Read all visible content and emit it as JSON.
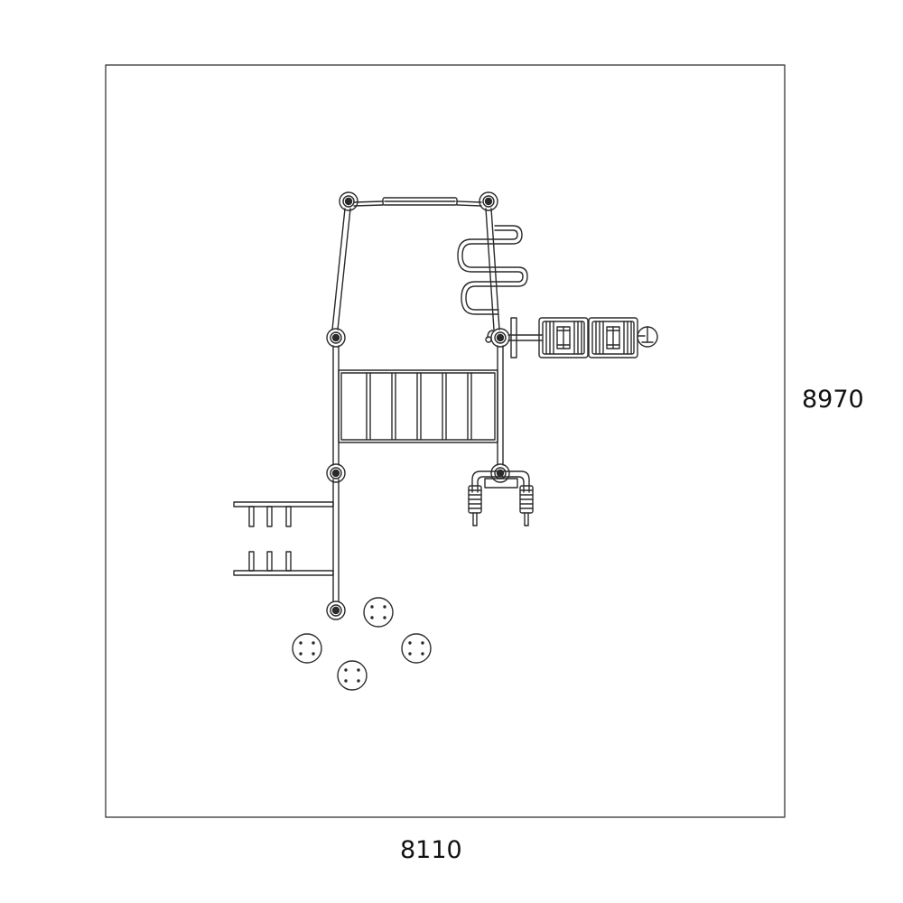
{
  "dimensions": {
    "width_label": "8110",
    "height_label": "8970"
  },
  "colors": {
    "line": "#2a2a2a",
    "background": "#ffffff"
  },
  "components": [
    "boundary-rectangle",
    "frame-posts",
    "top-beam",
    "monkey-bars",
    "wavy-climber",
    "weight-stack-station",
    "left-horizontal-ladders",
    "bottom-right-spring-station",
    "stepping-stumps"
  ]
}
